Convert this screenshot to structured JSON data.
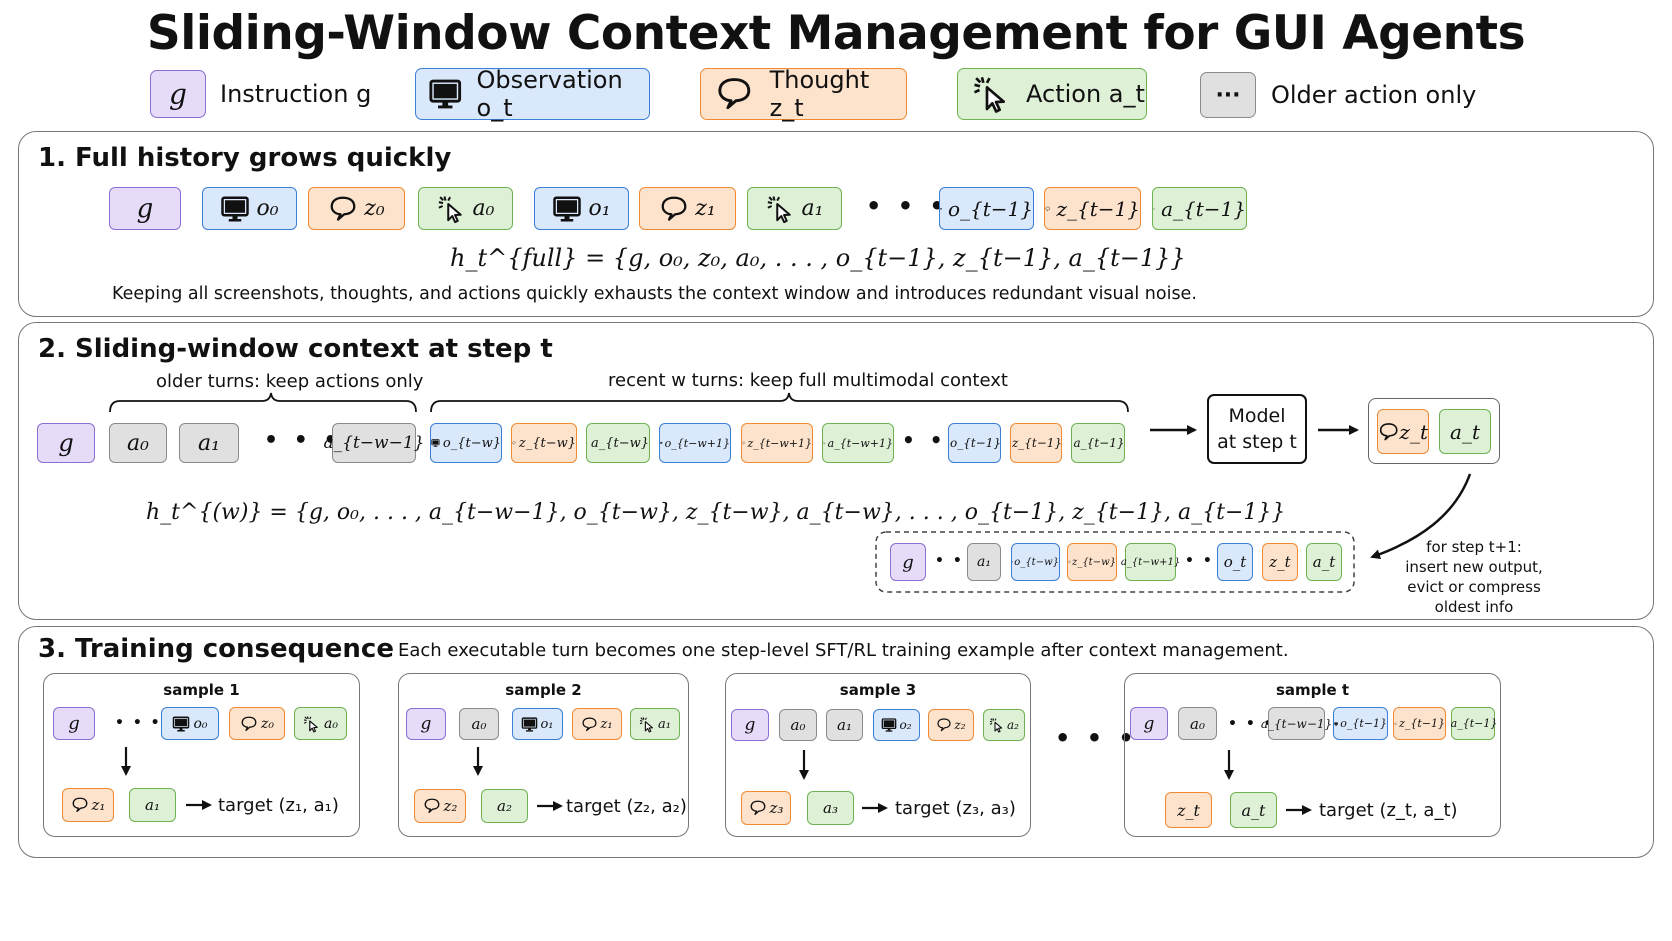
{
  "title": "Sliding-Window Context Management for GUI Agents",
  "colors": {
    "instruction": "#e6dcf9",
    "observation": "#d9e8fb",
    "thought": "#fde3cc",
    "action": "#def0d6",
    "older": "#e0e0e0"
  },
  "legend": {
    "instruction": {
      "symbol": "g",
      "label": "Instruction g"
    },
    "observation": {
      "icon": "monitor-icon",
      "label": "Observation o_t"
    },
    "thought": {
      "icon": "thought-bubble-icon",
      "label": "Thought z_t"
    },
    "action": {
      "icon": "cursor-click-icon",
      "label": "Action a_t"
    },
    "older": {
      "symbol": "···",
      "label": "Older action only"
    }
  },
  "section1": {
    "title": "1. Full history grows quickly",
    "tokens": [
      "g",
      "o₀",
      "z₀",
      "a₀",
      "o₁",
      "z₁",
      "a₁",
      "o_{t−1}",
      "z_{t−1}",
      "a_{t−1}"
    ],
    "ellipsis": "• • •",
    "formula": "h_t^{full} = {g, o₀, z₀, a₀, . . . , o_{t−1}, z_{t−1}, a_{t−1}}",
    "caption": "Keeping all screenshots, thoughts, and actions quickly exhausts the context window and introduces redundant visual noise."
  },
  "section2": {
    "title": "2. Sliding-window context at step t",
    "older_label": "older turns: keep actions only",
    "recent_label": "recent w turns: keep full multimodal context",
    "older_tokens": [
      "g",
      "a₀",
      "a₁",
      "a_{t−w−1}"
    ],
    "recent_tokens": [
      "o_{t−w}",
      "z_{t−w}",
      "a_{t−w}",
      "o_{t−w+1}",
      "z_{t−w+1}",
      "a_{t−w+1}",
      "o_{t−1}",
      "z_{t−1}",
      "a_{t−1}"
    ],
    "model_label": "Model\nat step t",
    "output_tokens": [
      "z_t",
      "a_t"
    ],
    "formula": "h_t^{(w)} = {g, o₀, . . . , a_{t−w−1}, o_{t−w}, z_{t−w}, a_{t−w}, . . . , o_{t−1}, z_{t−1}, a_{t−1}}",
    "next_tokens": [
      "g",
      "a₁",
      "o_{t−w}",
      "z_{t−w}",
      "a_{t−w+1}",
      "o_t",
      "z_t",
      "a_t"
    ],
    "next_note": "for step t+1:\ninsert new output,\nevict or compress\noldest info"
  },
  "section3": {
    "title": "3. Training consequence",
    "caption": "Each executable turn becomes one step-level SFT/RL training example after context management.",
    "samples": [
      {
        "title": "sample 1",
        "inputs": [
          "g",
          "o₀",
          "z₀",
          "a₀"
        ],
        "outputs": [
          "z₁",
          "a₁"
        ],
        "target": "target (z₁, a₁)"
      },
      {
        "title": "sample 2",
        "inputs": [
          "g",
          "a₀",
          "o₁",
          "z₁",
          "a₁"
        ],
        "outputs": [
          "z₂",
          "a₂"
        ],
        "target": "target (z₂, a₂)"
      },
      {
        "title": "sample 3",
        "inputs": [
          "g",
          "a₀",
          "a₁",
          "o₂",
          "z₂",
          "a₂"
        ],
        "outputs": [
          "z₃",
          "a₃"
        ],
        "target": "target (z₃, a₃)"
      },
      {
        "title": "sample t",
        "inputs": [
          "g",
          "a₀",
          "a_{t−w−1}",
          "o_{t−1}",
          "z_{t−1}",
          "a_{t−1}"
        ],
        "outputs": [
          "z_t",
          "a_t"
        ],
        "target": "target (z_t, a_t)"
      }
    ]
  }
}
